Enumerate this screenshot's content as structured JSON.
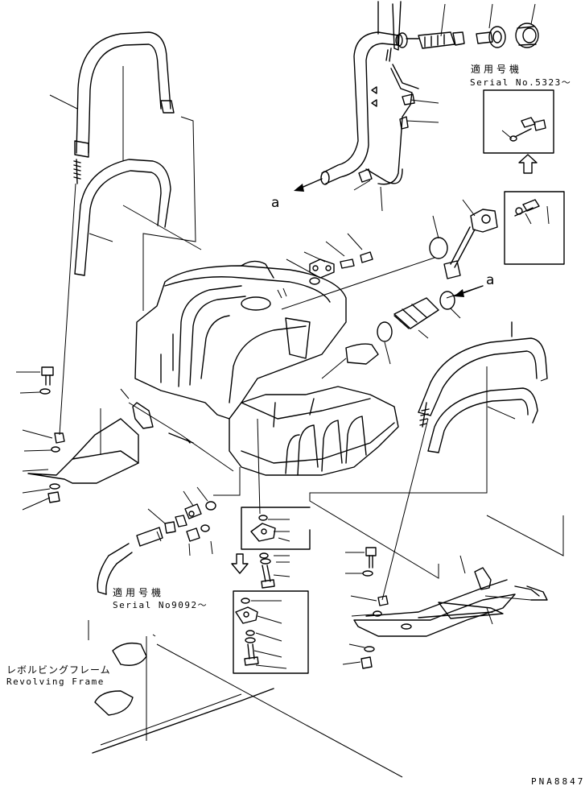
{
  "labels": {
    "applicable_serial_top_jp": "適用号機",
    "applicable_serial_top_en": "Serial No.5323～",
    "applicable_serial_bottom_jp": "適用号機",
    "applicable_serial_bottom_en": "Serial No9092～",
    "revolving_frame_jp": "レボルビングフレーム",
    "revolving_frame_en": "Revolving Frame",
    "callout_a_left": "a",
    "callout_a_right": "a",
    "drawing_code": "PNA8847"
  }
}
